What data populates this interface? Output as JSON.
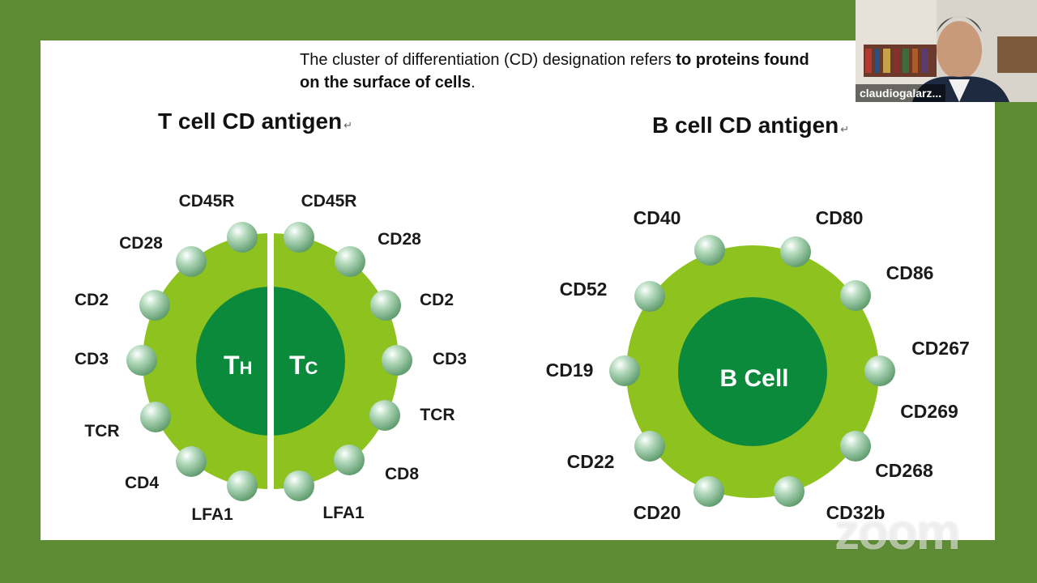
{
  "caption": {
    "normal": "The cluster of differentiation (CD) designation refers ",
    "bold": "to proteins found on the surface of cells",
    "end": "."
  },
  "t_cell": {
    "title": "T cell CD antigen",
    "return_mark": "↵",
    "helper_label_main": "T",
    "helper_label_sub": "H",
    "cytotoxic_label_main": "T",
    "cytotoxic_label_sub": "C",
    "left_markers": [
      "CD45R",
      "CD28",
      "CD2",
      "CD3",
      "TCR",
      "CD4",
      "LFA1"
    ],
    "right_markers": [
      "CD45R",
      "CD28",
      "CD2",
      "CD3",
      "TCR",
      "CD8",
      "LFA1"
    ]
  },
  "b_cell": {
    "title": "B cell CD antigen",
    "return_mark": "↵",
    "center_label": "B Cell",
    "markers": [
      "CD40",
      "CD80",
      "CD86",
      "CD267",
      "CD269",
      "CD268",
      "CD32b",
      "CD20",
      "CD22",
      "CD19",
      "CD52"
    ]
  },
  "colors": {
    "frame": "#5e8c35",
    "cell_outer": "#8dc21f",
    "cell_inner": "#0b8a3c",
    "marker": "#7fb58a"
  },
  "webcam": {
    "participant_name": "claudiogalarz..."
  },
  "watermark": "zoom"
}
